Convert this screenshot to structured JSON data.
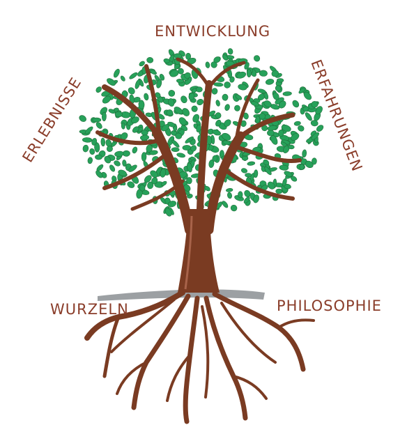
{
  "labels": {
    "top": "ENTWICKLUNG",
    "left": "ERLEBNISSE",
    "right": "ERFAHRUNGEN",
    "bottom_left": "WURZELN",
    "bottom_right": "PHILOSOPHIE"
  },
  "colors": {
    "text": "#8a3d2a",
    "trunk": "#7a3b22",
    "leaves": "#27a15a",
    "leaf_outline": "#1f6e3a",
    "ground": "#8b8f93"
  }
}
